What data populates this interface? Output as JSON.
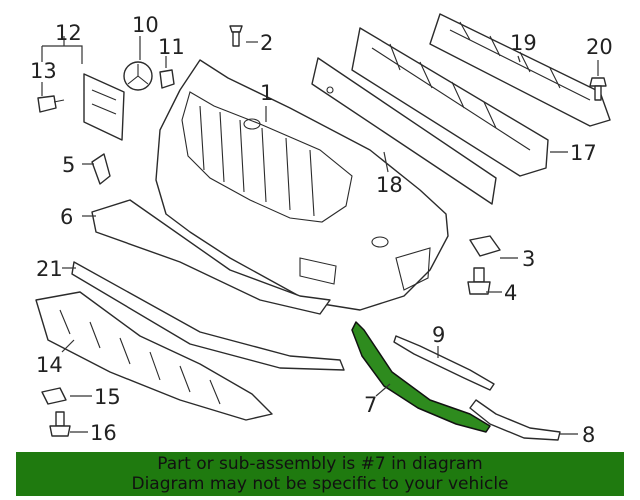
{
  "callouts": {
    "n1": "1",
    "n2": "2",
    "n3": "3",
    "n4": "4",
    "n5": "5",
    "n6": "6",
    "n7": "7",
    "n8": "8",
    "n9": "9",
    "n10": "10",
    "n11": "11",
    "n12": "12",
    "n13": "13",
    "n14": "14",
    "n15": "15",
    "n16": "16",
    "n17": "17",
    "n18": "18",
    "n19": "19",
    "n20": "20",
    "n21": "21"
  },
  "banner": {
    "line1": "Part or sub-assembly is #7 in diagram",
    "line2": "Diagram may not be specific to your vehicle"
  },
  "colors": {
    "highlight": "#2e8b1e",
    "banner_bg": "#1f7a0f"
  }
}
